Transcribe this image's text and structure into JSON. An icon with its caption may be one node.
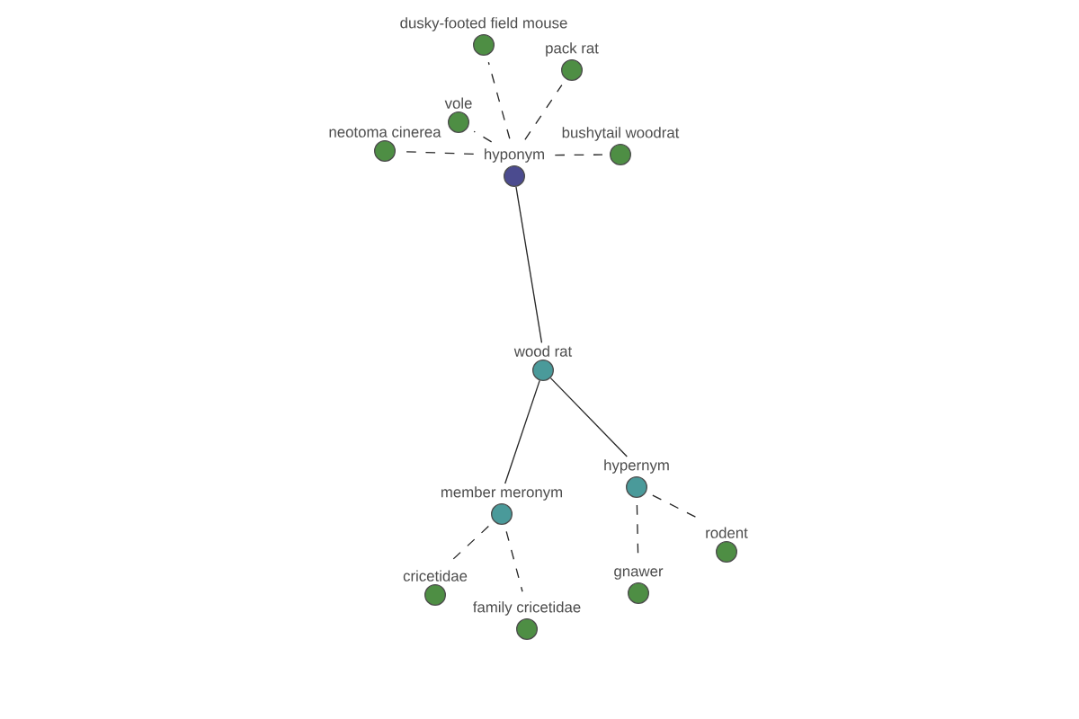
{
  "diagram": {
    "nodes": [
      {
        "text": [
          "wood rat"
        ]
      },
      {
        "text": [
          "hyponym"
        ]
      },
      {
        "text": [
          "dusky-footed field mouse"
        ]
      },
      {
        "text": [
          "pack rat"
        ]
      },
      {
        "text": [
          "vole"
        ]
      },
      {
        "text": [
          "neotoma cinerea"
        ]
      },
      {
        "text": [
          "bushytail woodrat"
        ]
      },
      {
        "text": [
          "member meronym"
        ]
      },
      {
        "text": [
          "hypernym"
        ]
      },
      {
        "text": [
          "cricetidae"
        ]
      },
      {
        "text": [
          "family cricetidae"
        ]
      },
      {
        "text": [
          "gnawer"
        ]
      },
      {
        "text": [
          "rodent"
        ]
      }
    ],
    "edges": [
      {
        "from": 0,
        "to": 1,
        "arrow": "none"
      },
      {
        "from": 1,
        "to": 2,
        "arrow": "none",
        "style": "dashed"
      },
      {
        "from": 1,
        "to": 3,
        "arrow": "none",
        "style": "dashed"
      },
      {
        "from": 1,
        "to": 4,
        "arrow": "none",
        "style": "dashed"
      },
      {
        "from": 1,
        "to": 5,
        "arrow": "none",
        "style": "dashed"
      },
      {
        "from": 1,
        "to": 6,
        "arrow": "none",
        "style": "dashed"
      },
      {
        "from": 0,
        "to": 7,
        "arrow": "none"
      },
      {
        "from": 0,
        "to": 8,
        "arrow": "none"
      },
      {
        "from": 7,
        "to": 9,
        "arrow": "none",
        "style": "dashed"
      },
      {
        "from": 7,
        "to": 10,
        "arrow": "none",
        "style": "dashed"
      },
      {
        "from": 8,
        "to": 11,
        "arrow": "none",
        "style": "dashed"
      },
      {
        "from": 8,
        "to": 12,
        "arrow": "none",
        "style": "dashed"
      }
    ]
  }
}
